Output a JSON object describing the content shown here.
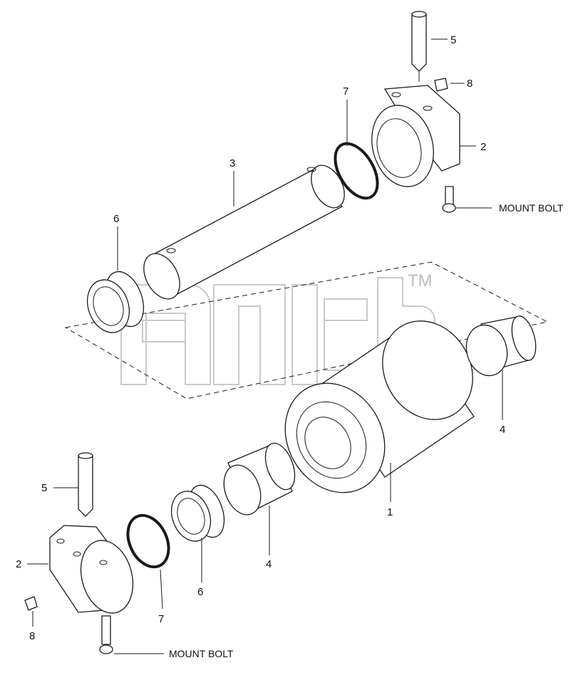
{
  "diagram": {
    "callouts": {
      "c1": "1",
      "c2_top": "2",
      "c2_bottom": "2",
      "c3": "3",
      "c4_right": "4",
      "c4_center": "4",
      "c5_top": "5",
      "c5_bottom": "5",
      "c6_top": "6",
      "c6_bottom": "6",
      "c7_top": "7",
      "c7_bottom": "7",
      "c8_top": "8",
      "c8_bottom": "8"
    },
    "labels": {
      "mount_bolt_top": "MOUNT BOLT",
      "mount_bolt_bottom": "MOUNT BOLT"
    },
    "watermark": {
      "trademark": "TM"
    }
  }
}
